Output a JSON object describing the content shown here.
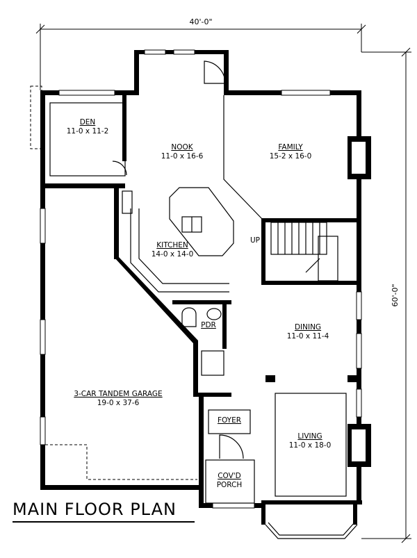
{
  "title": "MAIN FLOOR PLAN",
  "dimensions": {
    "width": "40'-0\"",
    "depth": "60'-0\""
  },
  "rooms": [
    {
      "id": "den",
      "name": "DEN",
      "size": "11-0 x 11-2"
    },
    {
      "id": "nook",
      "name": "NOOK",
      "size": "11-0 x 16-6"
    },
    {
      "id": "family",
      "name": "FAMILY",
      "size": "15-2 x 16-0"
    },
    {
      "id": "kitchen",
      "name": "KITCHEN",
      "size": "14-0 x 14-0"
    },
    {
      "id": "dining",
      "name": "DINING",
      "size": "11-0 x 11-4"
    },
    {
      "id": "garage",
      "name": "3-CAR TANDEM GARAGE",
      "size": "19-0 x 37-6"
    },
    {
      "id": "living",
      "name": "LIVING",
      "size": "11-0 x 18-0"
    }
  ],
  "labels": {
    "pdr": "PDR",
    "foyer": "FOYER",
    "porch_line1": "COV'D",
    "porch_line2": "PORCH",
    "stair_up": "UP"
  }
}
